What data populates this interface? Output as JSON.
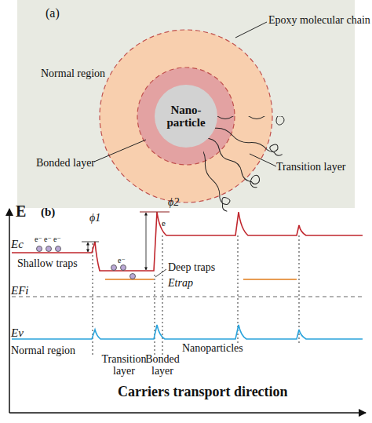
{
  "diagram": {
    "nodes": [
      {
        "text": [
          "Nano-particle"
        ]
      }
    ],
    "labels": [
      "(a)",
      "Epoxy molecular chain",
      "Normal region",
      "Bonded layer",
      "Transition layer",
      "E",
      "(b)",
      "Ec",
      "ϕ1",
      "ϕ2",
      "e⁻",
      "e⁻",
      "e⁻",
      "Shallow traps",
      "e⁻",
      "e",
      "Deep traps",
      "Etrap",
      "EFi",
      "Ev",
      "Normal region",
      "Transition layer",
      "Bonded layer",
      "Nanoparticles",
      "Carriers transport direction"
    ]
  }
}
